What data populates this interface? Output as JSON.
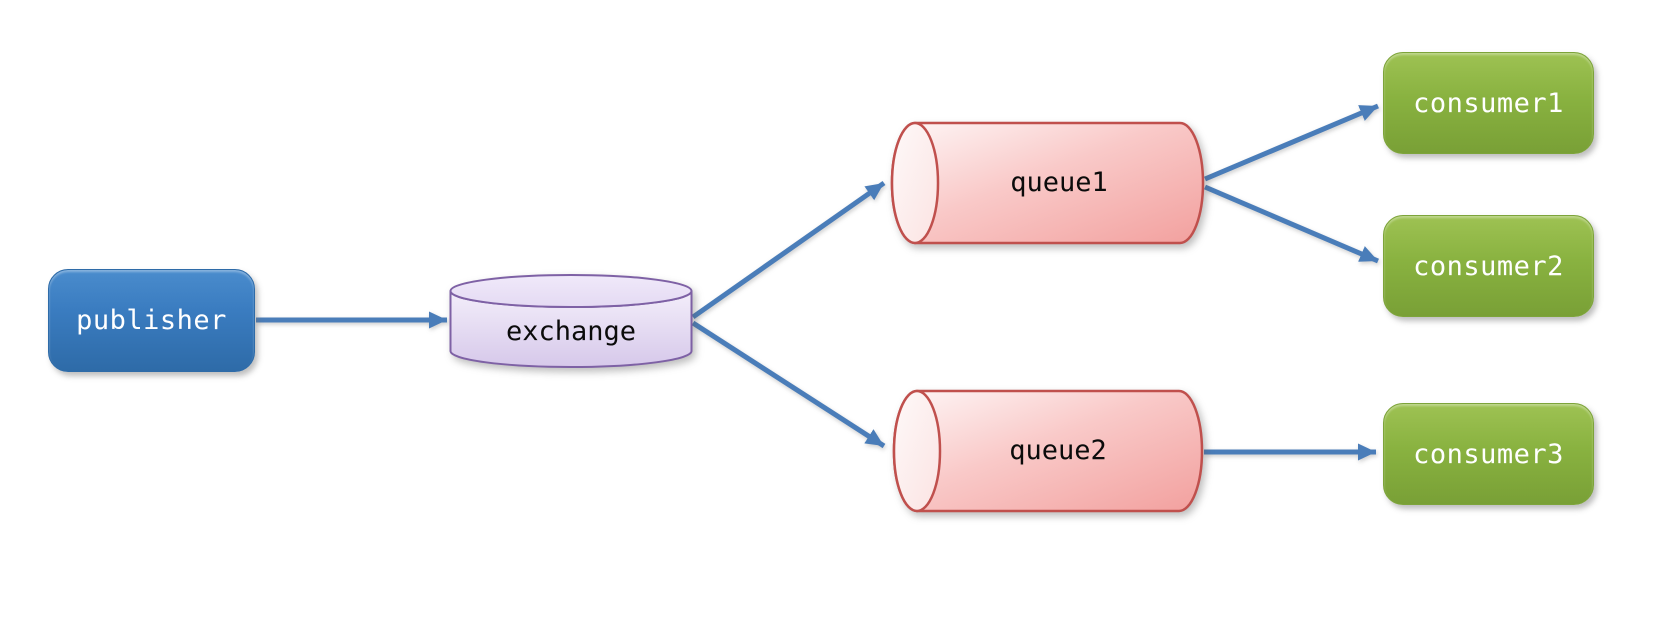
{
  "diagram": {
    "description": "message broker topology diagram",
    "background": "#ffffff",
    "colors": {
      "arrow": "#4a7db9",
      "publisher_fill": "#3a7cc0",
      "publisher_text": "#ffffff",
      "exchange_fill": "#e2d7f0",
      "exchange_border": "#7e61a5",
      "exchange_text": "#000000",
      "queue_fill_light": "#fdf4f4",
      "queue_fill_dark": "#f2a09e",
      "queue_border": "#c0504d",
      "queue_text": "#000000",
      "consumer_fill": "#89b240",
      "consumer_text": "#ffffff"
    },
    "nodes": {
      "publisher": {
        "label": "publisher",
        "shape": "rounded-rectangle"
      },
      "exchange": {
        "label": "exchange",
        "shape": "cylinder-vertical"
      },
      "queue1": {
        "label": "queue1",
        "shape": "cylinder-horizontal"
      },
      "queue2": {
        "label": "queue2",
        "shape": "cylinder-horizontal"
      },
      "consumer1": {
        "label": "consumer1",
        "shape": "rounded-rectangle"
      },
      "consumer2": {
        "label": "consumer2",
        "shape": "rounded-rectangle"
      },
      "consumer3": {
        "label": "consumer3",
        "shape": "rounded-rectangle"
      }
    },
    "edges": [
      {
        "from": "publisher",
        "to": "exchange"
      },
      {
        "from": "exchange",
        "to": "queue1"
      },
      {
        "from": "exchange",
        "to": "queue2"
      },
      {
        "from": "queue1",
        "to": "consumer1"
      },
      {
        "from": "queue1",
        "to": "consumer2"
      },
      {
        "from": "queue2",
        "to": "consumer3"
      }
    ]
  }
}
